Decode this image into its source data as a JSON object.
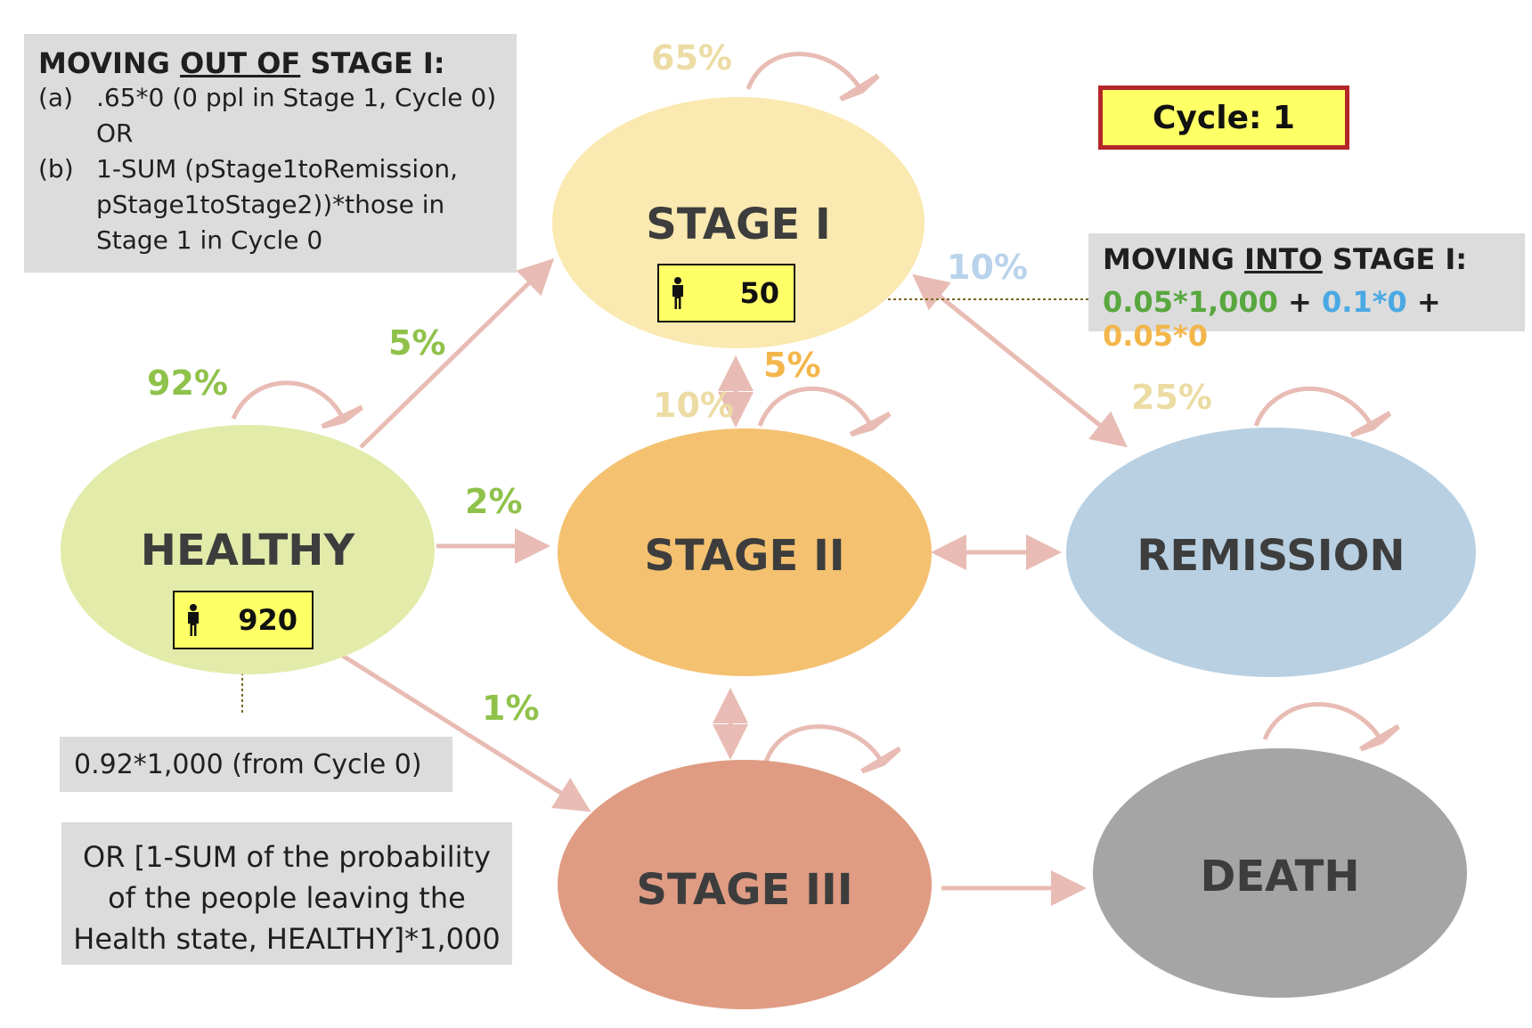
{
  "colors": {
    "healthy": "#e3ebaa",
    "stage1": "#fae9b0",
    "stage2": "#f4c170",
    "stage3": "#df9c83",
    "remission": "#b8d0e2",
    "death": "#a5a5a5",
    "arrow": "#e8bcb4",
    "green": "#8fc24a",
    "green_dark": "#58a73f",
    "blue": "#4aa9e4",
    "blue_light": "#b9d3ea",
    "yellow_light": "#ecdca4",
    "orange": "#f3b64b",
    "box_gray": "#dcdcdc",
    "cycle_border": "#b3272a",
    "highlight": "#ffff66"
  },
  "nodes": {
    "healthy": "HEALTHY",
    "stage1": "STAGE I",
    "stage2": "STAGE II",
    "stage3": "STAGE III",
    "remission": "REMISSION",
    "death": "DEATH"
  },
  "counts": {
    "healthy": "920",
    "stage1": "50"
  },
  "cycle_label": "Cycle: 1",
  "probabilities": {
    "stage1_self": "65%",
    "healthy_self": "92%",
    "healthy_to_stage1": "5%",
    "healthy_to_stage2": "2%",
    "healthy_to_stage3": "1%",
    "stage2_to_stage1": "5%",
    "stage1_to_stage2": "10%",
    "remission_to_stage1": "10%",
    "remission_self": "25%"
  },
  "moving_out": {
    "title_pre": "MOVING ",
    "title_underline": "OUT OF",
    "title_post": " STAGE I:",
    "items": [
      {
        "label": "(a)",
        "lines": [
          ".65*0 (0 ppl in Stage 1, Cycle 0)",
          "OR"
        ]
      },
      {
        "label": "(b)",
        "lines": [
          "1-SUM (pStage1toRemission,",
          "pStage1toStage2))*those in",
          "Stage 1 in Cycle 0"
        ]
      }
    ]
  },
  "moving_into": {
    "title_pre": "MOVING ",
    "title_underline": "INTO",
    "title_post": " STAGE I:",
    "formula": {
      "part1": "0.05*1,000",
      "plus1": " + ",
      "part2": "0.1*0",
      "plus2": " + ",
      "part3": "0.05*0"
    }
  },
  "healthy_formula": "0.92*1,000 (from Cycle 0)",
  "healthy_or": [
    "OR [1-SUM of the probability",
    "of the people leaving the",
    "Health state, HEALTHY]*1,000"
  ]
}
